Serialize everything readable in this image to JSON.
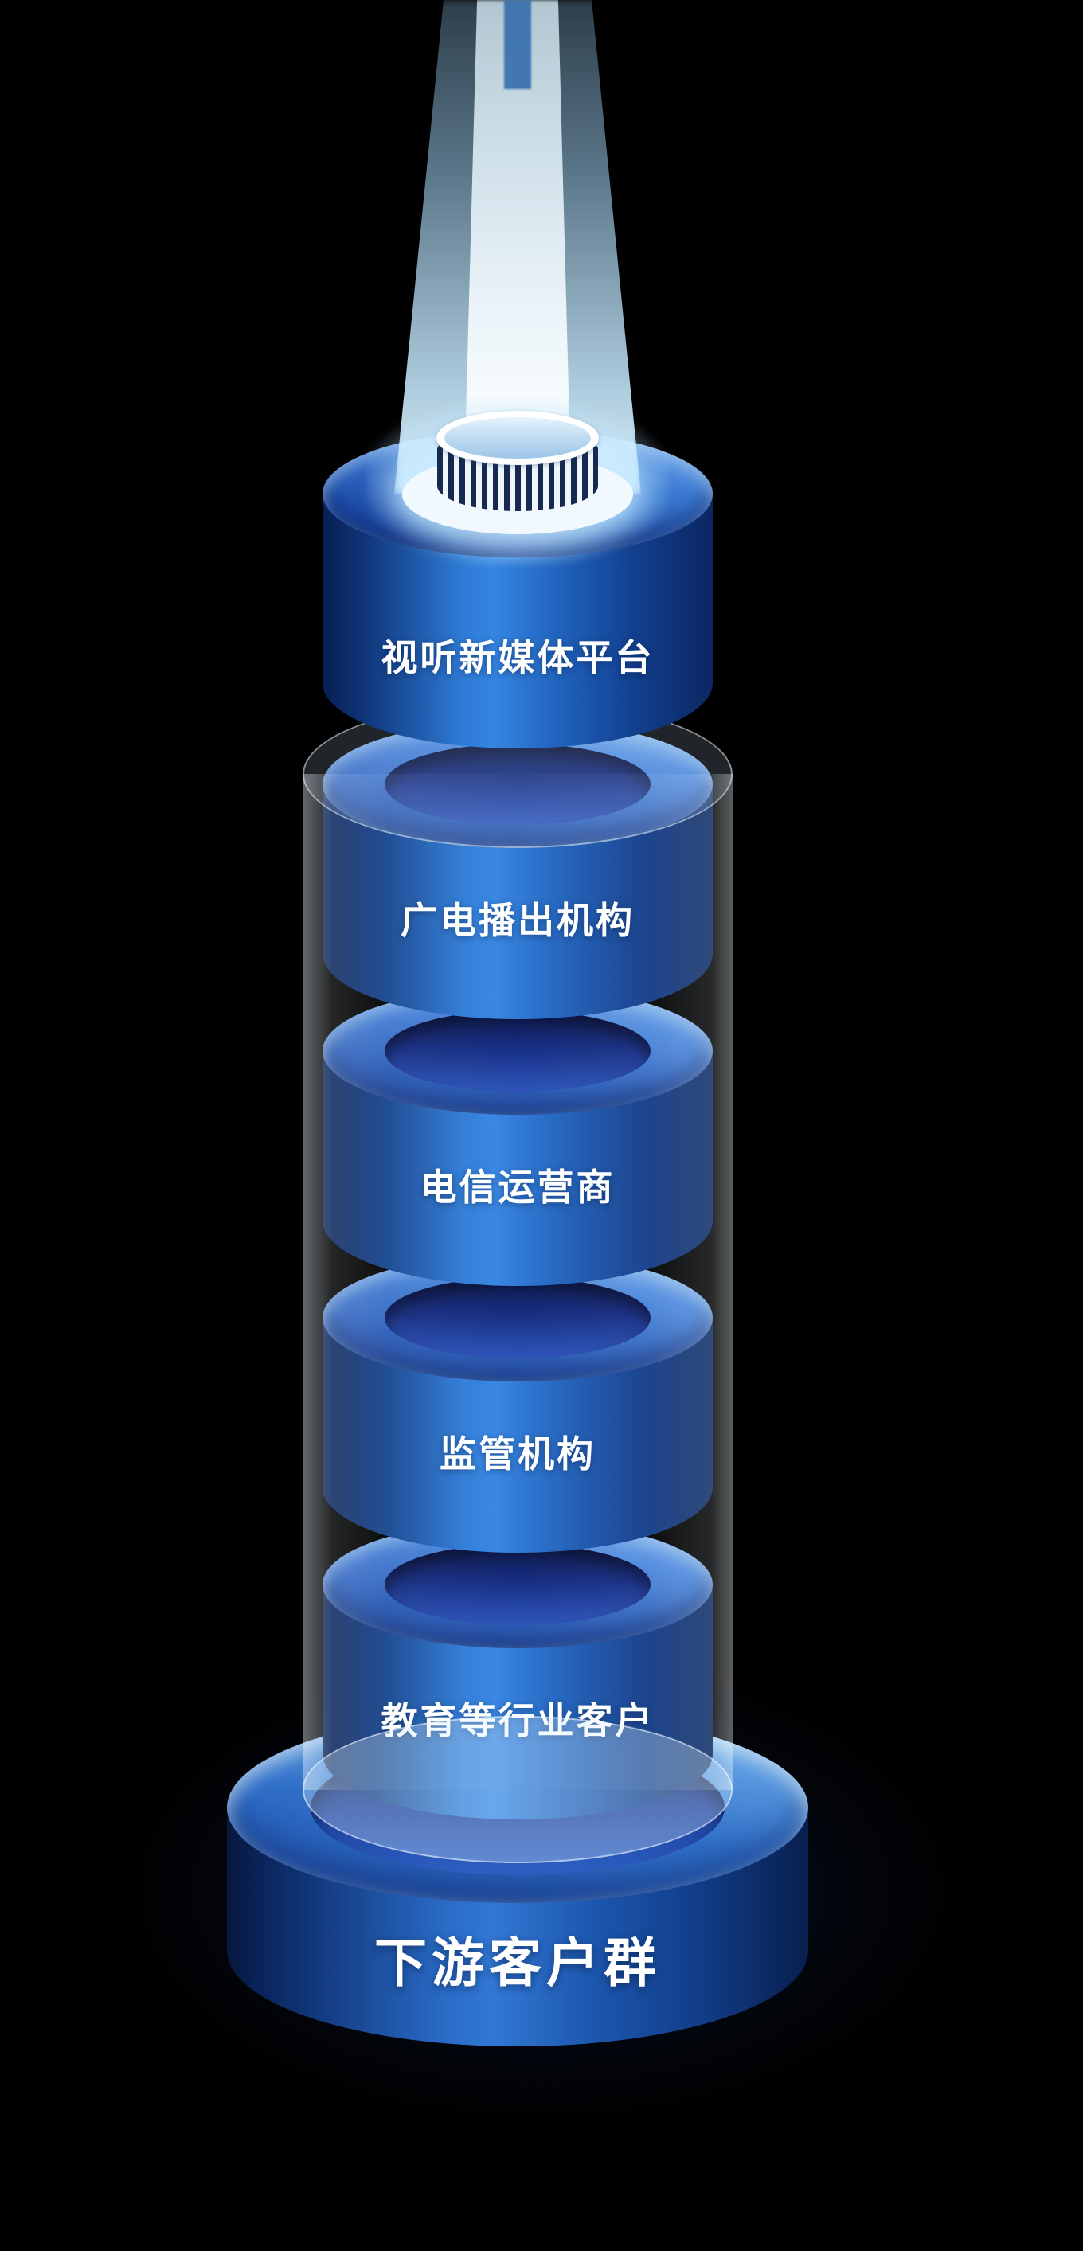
{
  "diagram": {
    "type": "stacked-cylinder-tower",
    "beam": {
      "name": "light-beam"
    },
    "levels": [
      {
        "label": "视听新媒体平台"
      },
      {
        "label": "广电播出机构"
      },
      {
        "label": "电信运营商"
      },
      {
        "label": "监管机构"
      },
      {
        "label": "教育等行业客户"
      }
    ],
    "base": {
      "label": "下游客户群"
    },
    "colors": {
      "background": "#000000",
      "cylinder_bright": "#3585e2",
      "cylinder_dark": "#081f52",
      "top_face_light": "#8abbf0",
      "inner_recess_dark": "#0a164a",
      "beam_light": "#e8f8ff",
      "glass_tint": "#f2faff",
      "text": "#ffffff"
    }
  }
}
